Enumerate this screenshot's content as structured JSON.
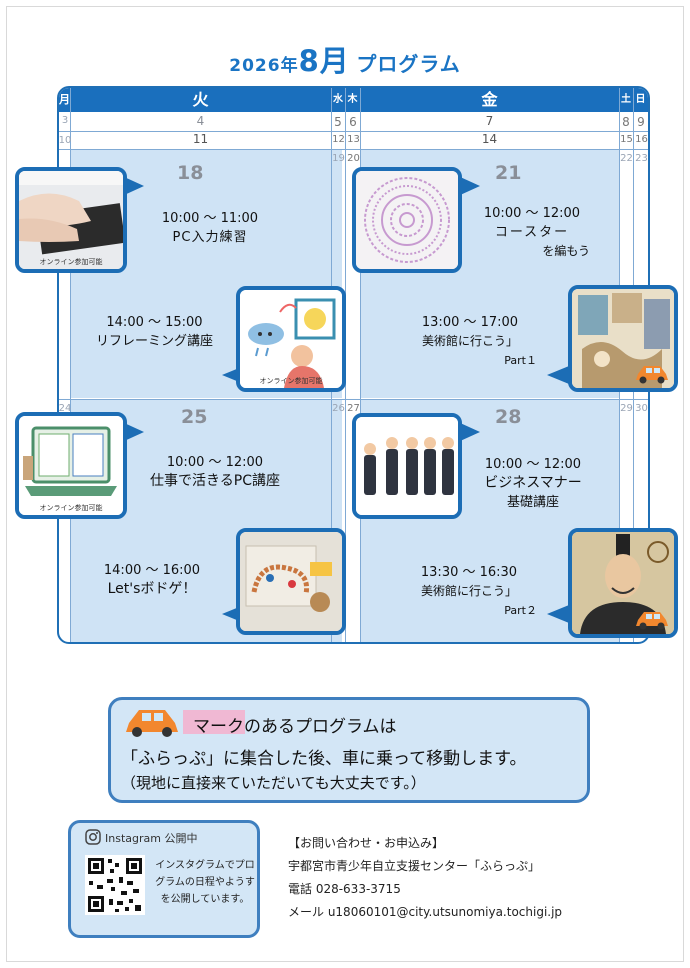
{
  "title": {
    "year": "2026年",
    "month": "8月",
    "label": "プログラム"
  },
  "calendar": {
    "headers": {
      "mon": "月",
      "tue": "火",
      "wed": "水",
      "thu": "木",
      "fri": "金",
      "sat": "土",
      "sun": "日"
    },
    "row1": {
      "mon": "3",
      "tue": "4",
      "wed": "5",
      "thu": "6",
      "fri": "7",
      "sat": "8",
      "sun": "9"
    },
    "row2": {
      "mon": "10",
      "tue": "11",
      "wed": "12",
      "thu": "13",
      "fri": "14",
      "sat": "15",
      "sun": "16"
    },
    "row3": {
      "tue": "18",
      "wed": "19",
      "thu": "20",
      "fri": "21",
      "sat": "22",
      "sun": "23"
    },
    "row4": {
      "mon": "24",
      "tue": "25",
      "wed": "26",
      "thu": "27",
      "fri": "28",
      "sat": "29",
      "sun": "30"
    }
  },
  "events": {
    "e18a": {
      "time": "10:00 ～ 11:00",
      "name": "PC入力練習",
      "badge": "オンライン参加可能"
    },
    "e18b": {
      "time": "14:00 ～ 15:00",
      "name": "リフレーミング講座",
      "badge": "オンライン参加可能"
    },
    "e21a": {
      "time": "10:00 ～ 12:00",
      "name": "コースター",
      "name2": "を編もう"
    },
    "e21b": {
      "time": "13:00 ～ 17:00",
      "name": "美術館に行こう」",
      "name2": "Part１"
    },
    "e25a": {
      "time": "10:00 ～ 12:00",
      "name": "仕事で活きるPC講座",
      "badge": "オンライン参加可能"
    },
    "e25b": {
      "time": "14:00 ～ 16:00",
      "name": "Let'sボドゲ！"
    },
    "e28a": {
      "time": "10:00 ～ 12:00",
      "name": "ビジネスマナー",
      "name2": "基礎講座"
    },
    "e28b": {
      "time": "13:30 ～ 16:30",
      "name": "美術館に行こう」",
      "name2": "Part２"
    }
  },
  "note": {
    "line1": "マークのあるプログラムは",
    "line2": "「ふらっぷ」に集合した後、車に乗って移動します。",
    "line3": "（現地に直接来ていただいても大丈夫です。）"
  },
  "instagram": {
    "head": "Instagram 公開中",
    "desc": "インスタグラムでプログラムの日程やようすを公開しています。"
  },
  "contact": {
    "heading": "【お問い合わせ・お申込み】",
    "org": "宇都宮市青少年自立支援センター「ふらっぷ」",
    "tel": "電話 028-633-3715",
    "mail": "メール u18060101@city.utsunomiya.tochigi.jp"
  },
  "colors": {
    "accent": "#1a74c4",
    "cell": "#cfe3f5",
    "car": "#f2872e"
  }
}
